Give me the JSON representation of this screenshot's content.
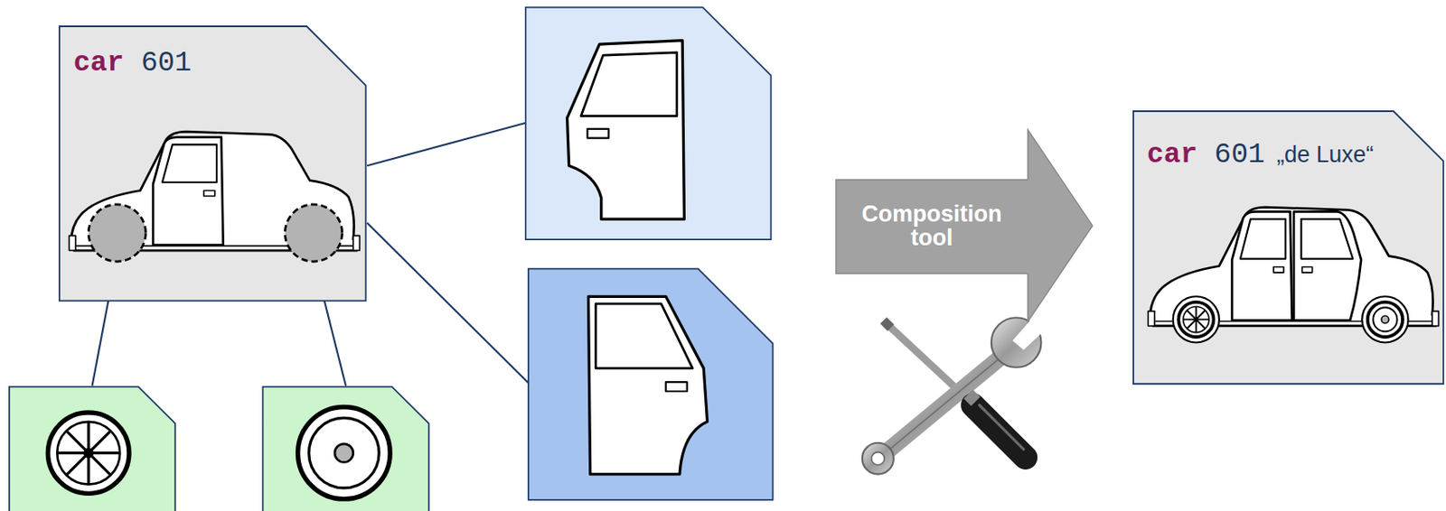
{
  "diagram": {
    "nodes": [
      {
        "text": [
          "car",
          "601"
        ]
      },
      {
        "text": [
          "Composition tool"
        ]
      },
      {
        "text": [
          "car",
          "601",
          "„de Luxe“"
        ]
      }
    ]
  }
}
